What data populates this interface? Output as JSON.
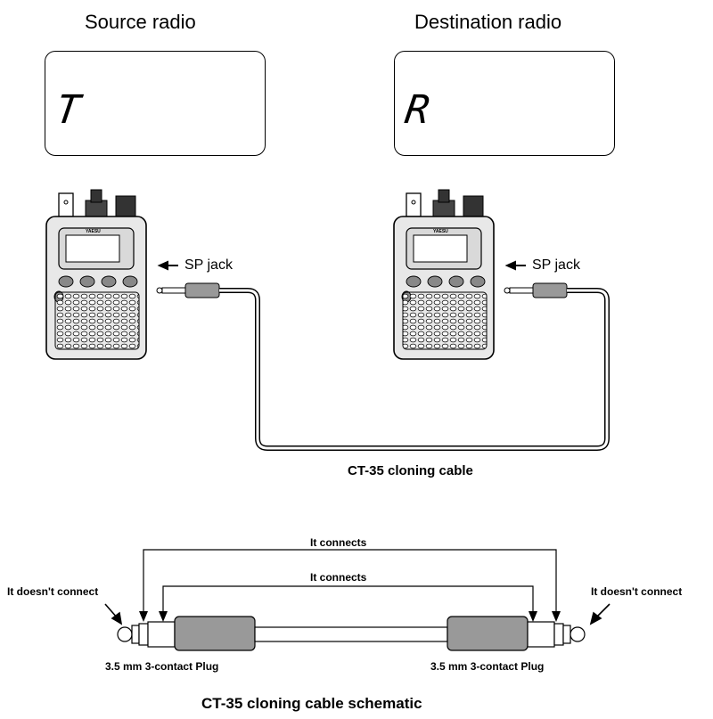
{
  "radios": {
    "source": {
      "title": "Source radio",
      "display_char": "T",
      "jack_label": "SP jack"
    },
    "destination": {
      "title": "Destination radio",
      "display_char": "R",
      "jack_label": "SP jack"
    }
  },
  "cable_label": "CT-35 cloning cable",
  "schematic": {
    "outer_connects": "It connects",
    "inner_connects": "It connects",
    "left_no_connect": "It doesn't connect",
    "right_no_connect": "It doesn't connect",
    "left_plug": "3.5 mm 3-contact Plug",
    "right_plug": "3.5 mm 3-contact Plug",
    "caption": "CT-35 cloning cable schematic"
  },
  "radio_brand": "YAESU",
  "colors": {
    "line": "#000000",
    "plug_fill": "#999999",
    "radio_fill": "#e8e8e8"
  }
}
